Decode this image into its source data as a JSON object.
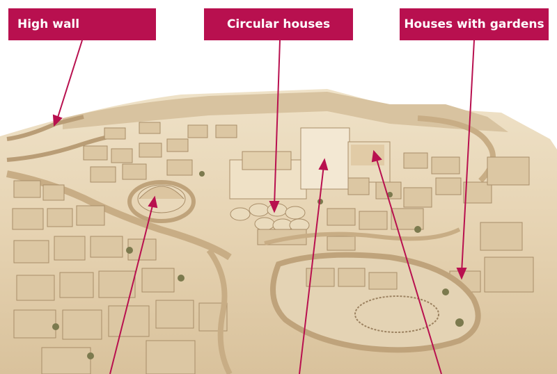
{
  "labels": {
    "high_wall": "High wall",
    "circular_houses": "Circular houses",
    "houses_with_gardens": "Houses with gardens"
  },
  "colors": {
    "label_bg": "#b8104f",
    "label_text": "#ffffff",
    "leader_line": "#b8104f",
    "model_base": "#e3cfae",
    "model_shadow": "#c2a986",
    "background": "#ffffff"
  }
}
